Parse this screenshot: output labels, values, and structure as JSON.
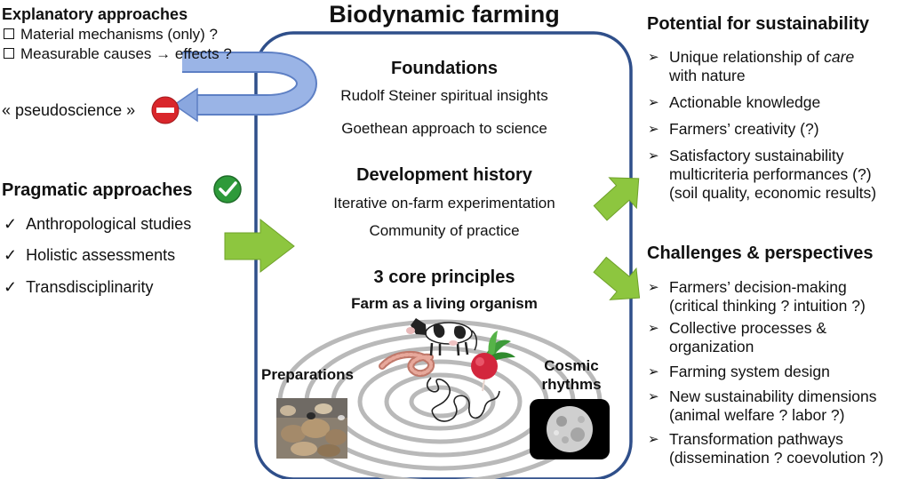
{
  "title": "Biodynamic farming",
  "left": {
    "explanatory": {
      "heading": "Explanatory approaches",
      "items": [
        "Material mechanisms (only) ?",
        "Measurable causes → effects ?"
      ],
      "pseudo": "« pseudoscience »"
    },
    "pragmatic": {
      "heading": "Pragmatic approaches",
      "items": [
        "Anthropological studies",
        "Holistic assessments",
        "Transdisciplinarity"
      ]
    }
  },
  "center": {
    "foundations": {
      "heading": "Foundations",
      "items": [
        "Rudolf Steiner spiritual insights",
        "Goethean approach to science"
      ]
    },
    "history": {
      "heading": "Development history",
      "items": [
        "Iterative on-farm experimentation",
        "Community of practice"
      ]
    },
    "principles": {
      "heading": "3 core principles",
      "sub": "Farm as a living organism",
      "preparations": "Preparations",
      "cosmic_line1": "Cosmic",
      "cosmic_line2": "rhythms"
    }
  },
  "right": {
    "potential": {
      "heading": "Potential for sustainability",
      "item1_pre": "Unique relationship of ",
      "item1_em": "care",
      "item1_post": "with nature",
      "item2": "Actionable knowledge",
      "item3": "Farmers’ creativity (?)",
      "item4a": "Satisfactory sustainability",
      "item4b": "multicriteria performances (?)",
      "item4c": "(soil quality, economic results)"
    },
    "challenges": {
      "heading": "Challenges & perspectives",
      "c1a": "Farmers’ decision-making",
      "c1b": "(critical thinking ? intuition ?)",
      "c2a": "Collective processes &",
      "c2b": "organization",
      "c3": "Farming system design",
      "c4a": "New sustainability dimensions",
      "c4b": "(animal welfare ? labor ?)",
      "c5a": "Transformation pathways",
      "c5b": "(dissemination ? coevolution ?)"
    }
  },
  "colors": {
    "frame": "#2f4f8a",
    "green_arrow": "#8dc63f",
    "blue_arrow": "#7f9fd9",
    "check_green": "#2e9a3a",
    "stop_red": "#d9262b"
  }
}
